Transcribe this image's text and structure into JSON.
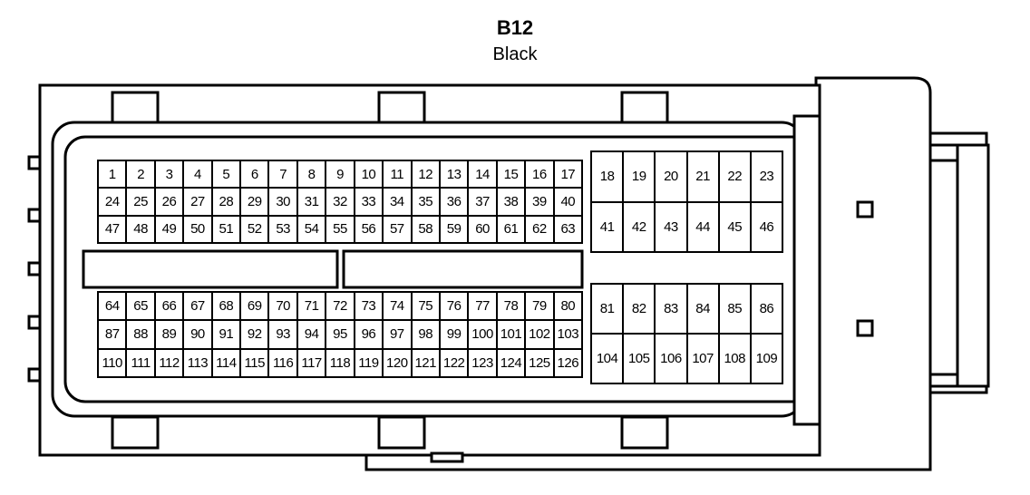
{
  "connector": {
    "title": "B12",
    "subtitle": "Black"
  },
  "pin_blocks": [
    {
      "name": "upper-left-block",
      "rows": [
        [
          "1",
          "2",
          "3",
          "4",
          "5",
          "6",
          "7",
          "8",
          "9",
          "10",
          "11",
          "12",
          "13",
          "14",
          "15",
          "16",
          "17"
        ],
        [
          "24",
          "25",
          "26",
          "27",
          "28",
          "29",
          "30",
          "31",
          "32",
          "33",
          "34",
          "35",
          "36",
          "37",
          "38",
          "39",
          "40"
        ],
        [
          "47",
          "48",
          "49",
          "50",
          "51",
          "52",
          "53",
          "54",
          "55",
          "56",
          "57",
          "58",
          "59",
          "60",
          "61",
          "62",
          "63"
        ]
      ]
    },
    {
      "name": "lower-left-block",
      "rows": [
        [
          "64",
          "65",
          "66",
          "67",
          "68",
          "69",
          "70",
          "71",
          "72",
          "73",
          "74",
          "75",
          "76",
          "77",
          "78",
          "79",
          "80"
        ],
        [
          "87",
          "88",
          "89",
          "90",
          "91",
          "92",
          "93",
          "94",
          "95",
          "96",
          "97",
          "98",
          "99",
          "100",
          "101",
          "102",
          "103"
        ],
        [
          "110",
          "111",
          "112",
          "113",
          "114",
          "115",
          "116",
          "117",
          "118",
          "119",
          "120",
          "121",
          "122",
          "123",
          "124",
          "125",
          "126"
        ]
      ]
    },
    {
      "name": "upper-right-block",
      "rows": [
        [
          "18",
          "19",
          "20",
          "21",
          "22",
          "23"
        ],
        [
          "41",
          "42",
          "43",
          "44",
          "45",
          "46"
        ]
      ]
    },
    {
      "name": "lower-right-block",
      "rows": [
        [
          "81",
          "82",
          "83",
          "84",
          "85",
          "86"
        ],
        [
          "104",
          "105",
          "106",
          "107",
          "108",
          "109"
        ]
      ]
    }
  ]
}
